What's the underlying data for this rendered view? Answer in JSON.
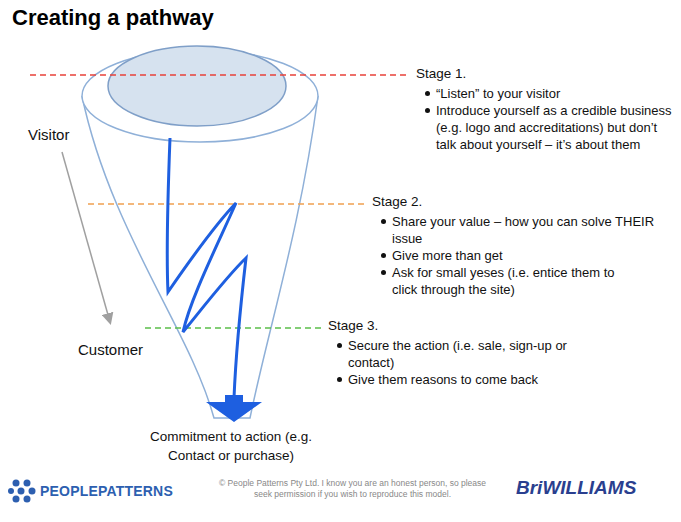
{
  "diagram": {
    "title": "Creating a pathway",
    "labels": [
      "Stage 1.",
      "“Listen” to your visitor",
      "Introduce yourself as a credible business (e.g. logo and accreditations) but don’t talk about yourself – it’s about them",
      "Stage 2.",
      "Share your value – how you can solve THEIR issue",
      "Give more than get",
      "Ask for small yeses (i.e. entice them to click through the site)",
      "Stage 3.",
      "Secure the action (i.e. sale, sign-up or contact)",
      "Give them reasons to come back",
      "Visitor",
      "Customer",
      "Commitment to action (e.g. Contact or purchase)",
      "PEOPLEPATTERNS",
      "© People Patterns Pty Ltd. I know you are an honest person, so please seek permission if you wish to reproduce this model.",
      "BriWILLIAMS"
    ]
  }
}
